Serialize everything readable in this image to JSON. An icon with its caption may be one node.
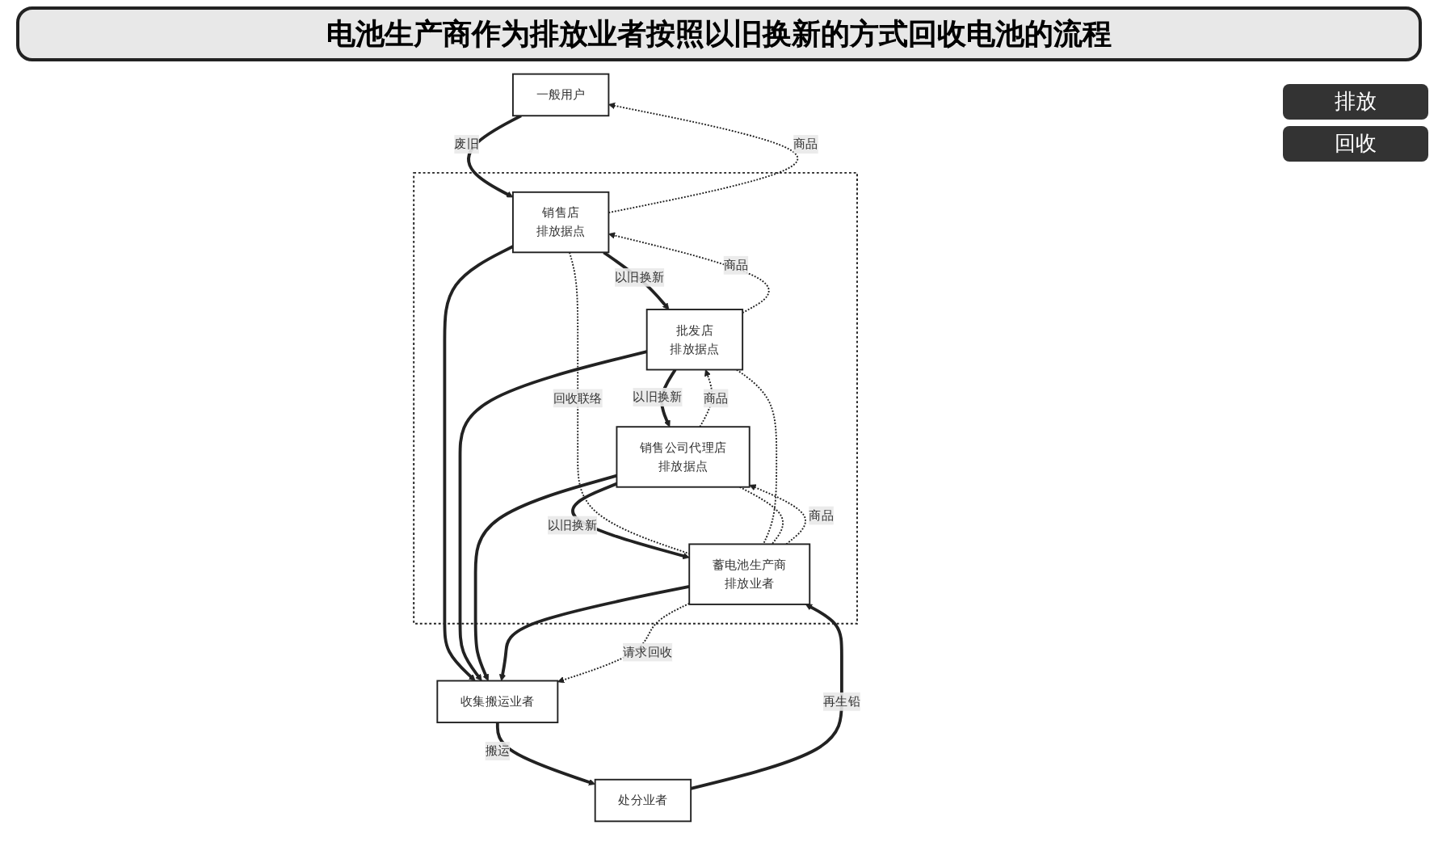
{
  "diagram": {
    "title": "电池生产商作为排放业者按照以旧换新的方式回收电池的流程",
    "nodes": [
      {
        "text": [
          "一般用户"
        ]
      },
      {
        "text": [],
        "shape": "box"
      },
      {
        "text": [
          "销售店",
          "排放据点"
        ],
        "in": 1
      },
      {
        "text": [
          "批发店",
          "排放据点"
        ],
        "in": 1
      },
      {
        "text": [
          "销售公司代理店",
          "排放据点"
        ],
        "in": 1
      },
      {
        "text": [
          "蓄电池生产商",
          "排放业者"
        ],
        "in": 1
      },
      {
        "text": [
          "收集搬运业者"
        ]
      },
      {
        "text": [
          "处分业者"
        ]
      }
    ],
    "edges": [
      {
        "from": 0,
        "to": 2,
        "arrow": "to",
        "label": "废旧"
      },
      {
        "from": 2,
        "to": 0,
        "arrow": "to",
        "label": "商品",
        "style": "dashed"
      },
      {
        "from": 2,
        "to": 3,
        "arrow": "to",
        "label": "以旧换新"
      },
      {
        "from": 3,
        "to": 2,
        "arrow": "to",
        "label": "商品",
        "style": "dashed"
      },
      {
        "from": 3,
        "to": 4,
        "arrow": "to",
        "label": "以旧换新"
      },
      {
        "from": 4,
        "to": 3,
        "arrow": "to",
        "label": "商品",
        "style": "dashed"
      },
      {
        "from": 4,
        "to": 5,
        "arrow": "to",
        "label": "以旧换新"
      },
      {
        "from": 5,
        "to": 4,
        "arrow": "to",
        "label": "商品",
        "style": "dashed"
      },
      {
        "from": 2,
        "to": 5,
        "arrow": "none",
        "label": "回收联络",
        "style": "dashed"
      },
      {
        "from": 3,
        "to": 5,
        "arrow": "none",
        "style": "dashed"
      },
      {
        "from": 4,
        "to": 5,
        "arrow": "none",
        "style": "dashed"
      },
      {
        "from": 2,
        "to": 6,
        "arrow": "to"
      },
      {
        "from": 3,
        "to": 6,
        "arrow": "to"
      },
      {
        "from": 4,
        "to": 6,
        "arrow": "to"
      },
      {
        "from": 5,
        "to": 6,
        "arrow": "to"
      },
      {
        "from": 5,
        "to": 6,
        "arrow": "to",
        "label": "请求回收",
        "style": "dashed"
      },
      {
        "from": 6,
        "to": 7,
        "arrow": "to",
        "label": "搬运"
      },
      {
        "from": 7,
        "to": 5,
        "arrow": "to",
        "label": "再生铅"
      }
    ],
    "labels": [
      "排放",
      "回收"
    ]
  }
}
